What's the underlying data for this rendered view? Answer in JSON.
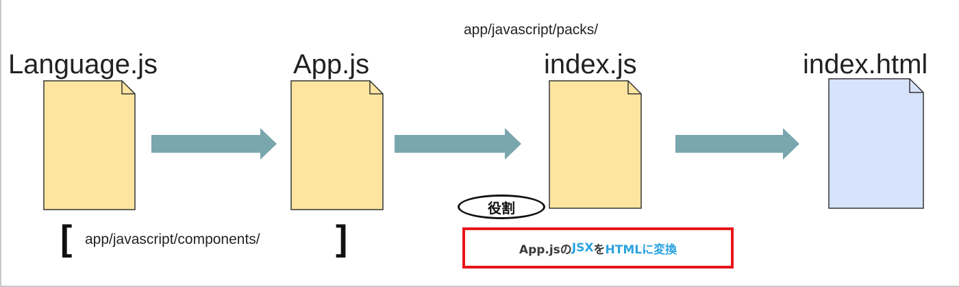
{
  "files": [
    {
      "name": "Language.js",
      "kind": "js"
    },
    {
      "name": "App.js",
      "kind": "js"
    },
    {
      "name": "index.js",
      "kind": "js"
    },
    {
      "name": "index.html",
      "kind": "html"
    }
  ],
  "paths": {
    "packs": "app/javascript/packs/",
    "components": "app/javascript/components/"
  },
  "brackets": {
    "open": "[",
    "close": "]"
  },
  "role": {
    "label": "役割",
    "description_parts": [
      {
        "text": "App.jsの",
        "style": "dark"
      },
      {
        "text": "JSX",
        "style": "blue"
      },
      {
        "text": "を",
        "style": "dark"
      },
      {
        "text": "HTMLに変換",
        "style": "blue"
      }
    ]
  },
  "colors": {
    "js_file_fill": "#fde5a0",
    "html_file_fill": "#d6e3fb",
    "file_stroke": "#333333",
    "arrow": "#7aa6ae",
    "highlight_border": "#e8141b",
    "highlight_text": "#2ba3e0"
  },
  "icons": [
    "document-icon",
    "arrow-right-icon"
  ]
}
